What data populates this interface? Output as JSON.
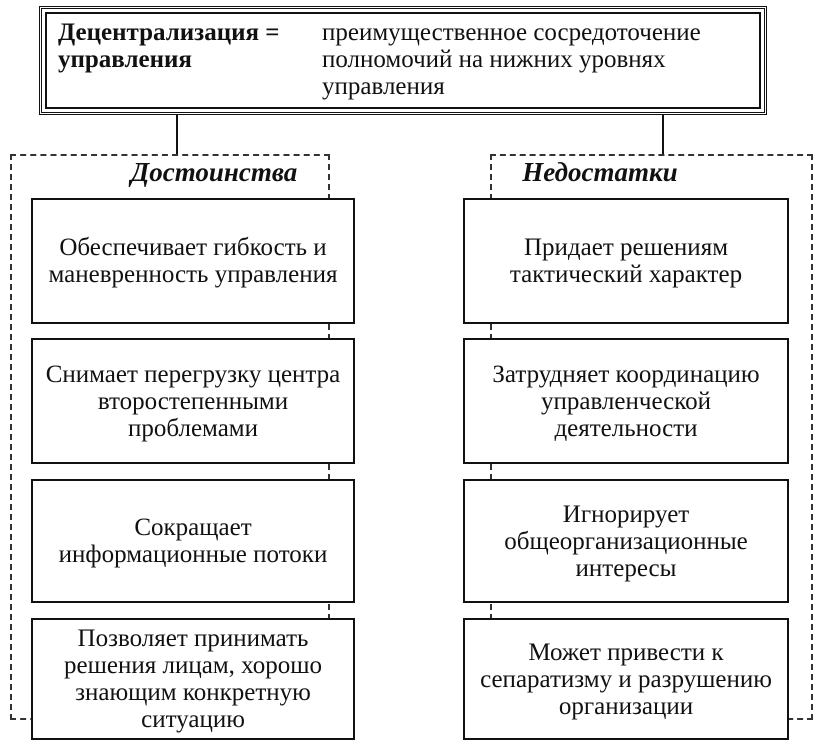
{
  "header": {
    "term": "Децентрализация = управления",
    "definition": "преимущественное сосредоточение полномочий на нижних уровнях управления"
  },
  "advantages": {
    "title": "Достоинства",
    "items": [
      "Обеспечивает гибкость и маневренность управления",
      "Снимает перегрузку центра второстепенными проблемами",
      "Сокращает информационные потоки",
      "Позволяет принимать решения лицам, хорошо знающим конкретную ситуацию"
    ]
  },
  "disadvantages": {
    "title": "Недостатки",
    "items": [
      "Придает решениям тактический характер",
      "Затрудняет координацию управленческой деятельности",
      "Игнорирует общеорганизационные интересы",
      "Может привести к сепаратизму и разрушению организации"
    ]
  }
}
